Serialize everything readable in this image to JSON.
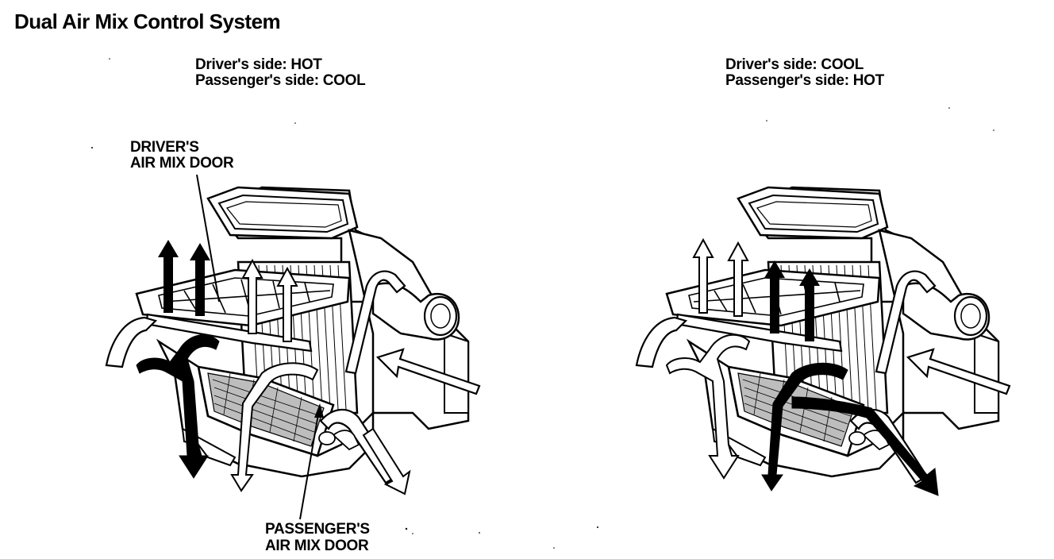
{
  "title": "Dual Air Mix Control System",
  "panels": [
    {
      "driver_line": "Driver's side: HOT",
      "passenger_line": "Passenger's side: COOL"
    },
    {
      "driver_line": "Driver's side: COOL",
      "passenger_line": "Passenger's side: HOT"
    }
  ],
  "callouts": {
    "driver_door": [
      "DRIVER'S",
      "AIR MIX DOOR"
    ],
    "passenger_door": [
      "PASSENGER'S",
      "AIR MIX DOOR"
    ]
  },
  "colors": {
    "line": "#000000",
    "background": "#ffffff",
    "hot_air": "#000000",
    "cool_air": "#ffffff"
  }
}
